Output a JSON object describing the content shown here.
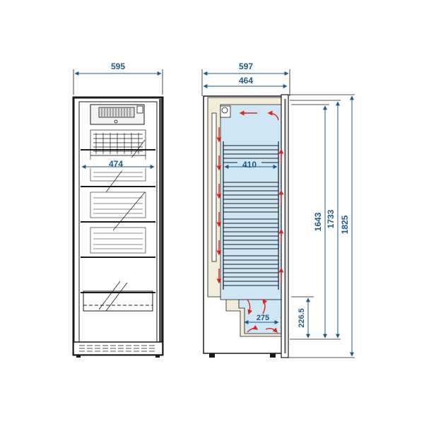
{
  "front_view": {
    "width_label": "595",
    "inner_width_label": "474"
  },
  "side_view": {
    "depth_label": "597",
    "body_depth_label": "464",
    "shelf_width_label": "410",
    "compressor_width_label": "275",
    "compressor_height_label": "226.5",
    "height_inner_label": "1643",
    "height_body_label": "1733",
    "height_total_label": "1825"
  },
  "colors": {
    "dimension": "#1f5a86",
    "line": "#1a1a1a",
    "cabinet_interior": "#cfe6f5",
    "insulation": "#f3ecd9",
    "airflow_arrow": "#e02020"
  }
}
